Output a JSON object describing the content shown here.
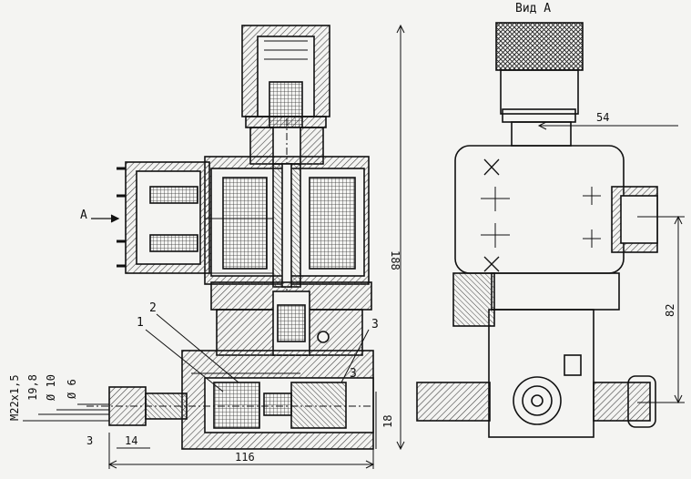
{
  "view_title": "Вид А",
  "view_arrow_label": "А",
  "dimensions": {
    "thread": "M22x1,5",
    "d_19_8": "19,8",
    "d_10": "Ø 10",
    "d_6": "Ø 6",
    "overall_height": "188",
    "width_116": "116",
    "len_14": "14",
    "len_3": "3",
    "height_18": "18",
    "offset_54": "54",
    "height_82": "82"
  },
  "callouts": [
    "1",
    "2",
    "3",
    "3"
  ],
  "colors": {
    "line": "#111111",
    "paper": "#f4f4f2",
    "hatch": "#555555"
  }
}
